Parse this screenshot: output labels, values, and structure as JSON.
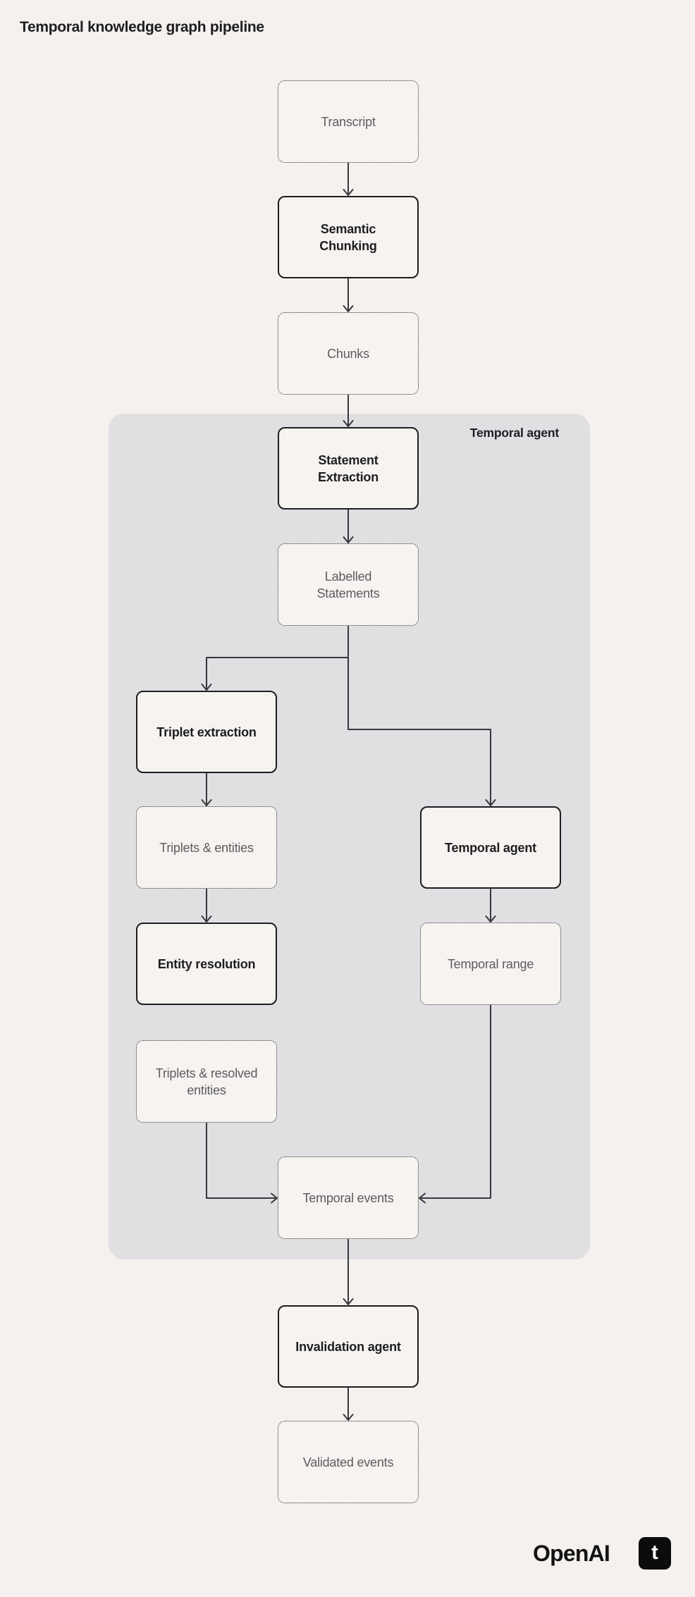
{
  "title": "Temporal knowledge graph pipeline",
  "group": {
    "label": "Temporal agent"
  },
  "nodes": {
    "transcript": {
      "label": "Transcript",
      "type": "data"
    },
    "semantic_chunking": {
      "label": "Semantic Chunking",
      "type": "process"
    },
    "chunks": {
      "label": "Chunks",
      "type": "data"
    },
    "statement_extraction": {
      "label": "Statement Extraction",
      "type": "process"
    },
    "labelled_statements": {
      "label": "Labelled Statements",
      "type": "data"
    },
    "triplet_extraction": {
      "label": "Triplet extraction",
      "type": "process"
    },
    "triplets_entities": {
      "label": "Triplets & entities",
      "type": "data"
    },
    "entity_resolution": {
      "label": "Entity resolution",
      "type": "process"
    },
    "triplets_resolved_entities": {
      "label": "Triplets & resolved entities",
      "type": "data"
    },
    "temporal_agent": {
      "label": "Temporal agent",
      "type": "process"
    },
    "temporal_range": {
      "label": "Temporal range",
      "type": "data"
    },
    "temporal_events": {
      "label": "Temporal events",
      "type": "data"
    },
    "invalidation_agent": {
      "label": "Invalidation agent",
      "type": "process"
    },
    "validated_events": {
      "label": "Validated events",
      "type": "data"
    }
  },
  "edges": [
    {
      "from": "transcript",
      "to": "semantic_chunking"
    },
    {
      "from": "semantic_chunking",
      "to": "chunks"
    },
    {
      "from": "chunks",
      "to": "statement_extraction"
    },
    {
      "from": "statement_extraction",
      "to": "labelled_statements"
    },
    {
      "from": "labelled_statements",
      "to": "triplet_extraction"
    },
    {
      "from": "labelled_statements",
      "to": "temporal_agent"
    },
    {
      "from": "triplet_extraction",
      "to": "triplets_entities"
    },
    {
      "from": "triplets_entities",
      "to": "entity_resolution"
    },
    {
      "from": "entity_resolution",
      "to": "triplets_resolved_entities"
    },
    {
      "from": "temporal_agent",
      "to": "temporal_range"
    },
    {
      "from": "triplets_resolved_entities",
      "to": "temporal_events"
    },
    {
      "from": "temporal_range",
      "to": "temporal_events"
    },
    {
      "from": "temporal_events",
      "to": "invalidation_agent"
    },
    {
      "from": "invalidation_agent",
      "to": "validated_events"
    }
  ],
  "footer": {
    "openai_label": "OpenAI",
    "tines_letter": "t"
  },
  "colors": {
    "background": "#f5f1ee",
    "group_fill": "#e0dfe2",
    "node_fill": "#f6f3f0",
    "border_dark": "#1d1c20",
    "text_dark": "#1e1d21",
    "text_gray": "#5c5b60",
    "edge_line": "#38373c"
  }
}
